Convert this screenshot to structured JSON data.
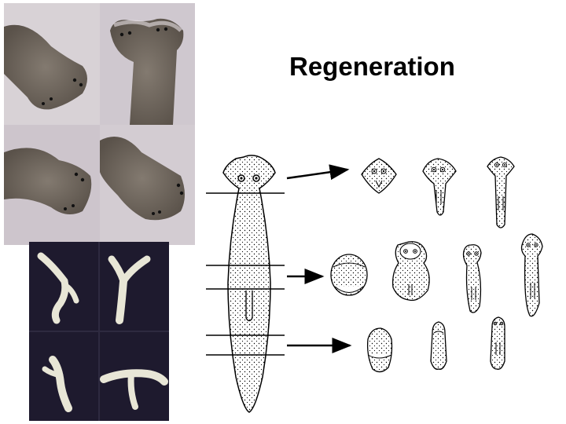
{
  "slide": {
    "title": "Regeneration"
  },
  "photos": {
    "top_panels": [
      "head-regrowing-left",
      "head-regrowing-right",
      "head-regrowing-lower-left",
      "head-regrowing-lower-right"
    ],
    "bottom_panels": [
      "branched-fragment-1",
      "branched-fragment-2",
      "branched-fragment-3",
      "branched-fragment-4"
    ]
  },
  "diagram": {
    "cut_lines": 5,
    "rows": [
      {
        "arrow": "arrow-row-1",
        "stages": 3
      },
      {
        "arrow": "arrow-row-2",
        "stages": 4
      },
      {
        "arrow": "arrow-row-3",
        "stages": 3
      }
    ]
  },
  "colors": {
    "photo_top_bg": "#c9c2c8",
    "photo_bottom_bg": "#1e1a2e",
    "worm_tissue": "#6e655c",
    "fragment_white": "#e8e6d6"
  }
}
